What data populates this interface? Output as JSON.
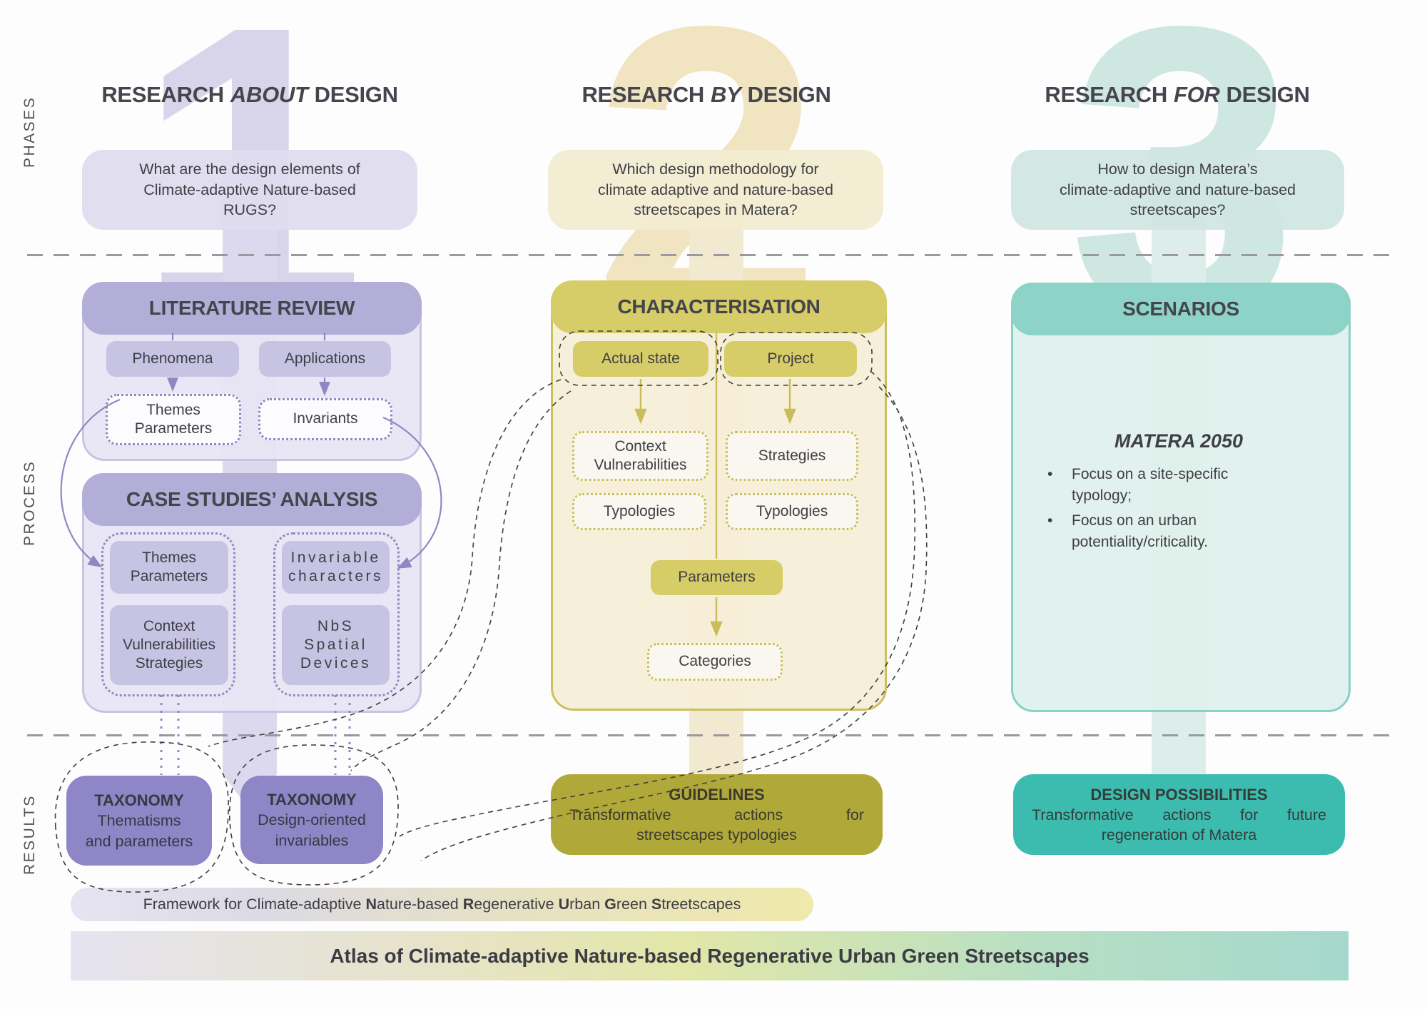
{
  "palette": {
    "purple_header": "#b2aed7",
    "purple_box": "#c7c3e3",
    "purple_dark": "#8e86c6",
    "olive_header": "#d6cc68",
    "olive_dark": "#b1a83a",
    "teal_header": "#8ed3c8",
    "teal_dark": "#3cbcae",
    "text": "#3f3f46",
    "divider": "#9b98a2"
  },
  "side_labels": {
    "phases": "PHASES",
    "process": "PROCESS",
    "results": "RESULTS"
  },
  "columns": [
    {
      "number": "1",
      "title": {
        "pre": "RESEARCH",
        "em": "ABOUT",
        "post": "DESIGN"
      },
      "question": "What are the design elements of\nClimate-adaptive Nature-based\nRUGS?",
      "literature": {
        "title": "LITERATURE REVIEW",
        "phenomena": "Phenomena",
        "applications": "Applications",
        "themes": "Themes\nParameters",
        "invariants": "Invariants"
      },
      "case_studies": {
        "title": "CASE STUDIES’ ANALYSIS",
        "themes": "Themes\nParameters",
        "context": "Context\nVulnerabilities\nStrategies",
        "invariable": "Invariable\ncharacters",
        "nbs": "NbS\nSpatial\nDevices"
      },
      "results": [
        {
          "title": "TAXONOMY",
          "line1": "Thematisms",
          "line2": "and parameters"
        },
        {
          "title": "TAXONOMY",
          "line1": "Design-oriented",
          "line2": "invariables"
        }
      ]
    },
    {
      "number": "2",
      "title": {
        "pre": "RESEARCH",
        "em": "BY",
        "post": "DESIGN"
      },
      "question": "Which design methodology for\nclimate adaptive and nature-based\nstreetscapes in Matera?",
      "characterisation": {
        "title": "CHARACTERISATION",
        "actual_state": "Actual state",
        "project": "Project",
        "context": "Context\nVulnerabilities",
        "strategies": "Strategies",
        "typologies_left": "Typologies",
        "typologies_right": "Typologies",
        "parameters": "Parameters",
        "categories": "Categories"
      },
      "result": {
        "title": "GUIDELINES",
        "line1": "Transformative actions for",
        "line2": "streetscapes typologies"
      }
    },
    {
      "number": "3",
      "title": {
        "pre": "RESEARCH",
        "em": "FOR",
        "post": "DESIGN"
      },
      "question": "How to design Matera’s\nclimate-adaptive and nature-based\nstreetscapes?",
      "scenarios": {
        "title": "SCENARIOS",
        "subtitle": "MATERA 2050",
        "bullets": [
          "Focus on a site-specific typology;",
          "Focus on an urban potentiality/criticality."
        ]
      },
      "result": {
        "title": "DESIGN POSSIBILITIES",
        "line1": "Transformative actions for future",
        "line2": "regeneration of Matera"
      }
    }
  ],
  "framework_bar": {
    "segments": [
      {
        "t": "Framework for Climate-adaptive ",
        "b": false
      },
      {
        "t": "N",
        "b": true
      },
      {
        "t": "ature-based ",
        "b": false
      },
      {
        "t": "R",
        "b": true
      },
      {
        "t": "egenerative ",
        "b": false
      },
      {
        "t": "U",
        "b": true
      },
      {
        "t": "rban ",
        "b": false
      },
      {
        "t": "G",
        "b": true
      },
      {
        "t": "reen ",
        "b": false
      },
      {
        "t": "S",
        "b": true
      },
      {
        "t": "treetscapes",
        "b": false
      }
    ]
  },
  "atlas_bar": {
    "text": "Atlas of Climate-adaptive Nature-based Regenerative Urban Green Streetscapes"
  }
}
